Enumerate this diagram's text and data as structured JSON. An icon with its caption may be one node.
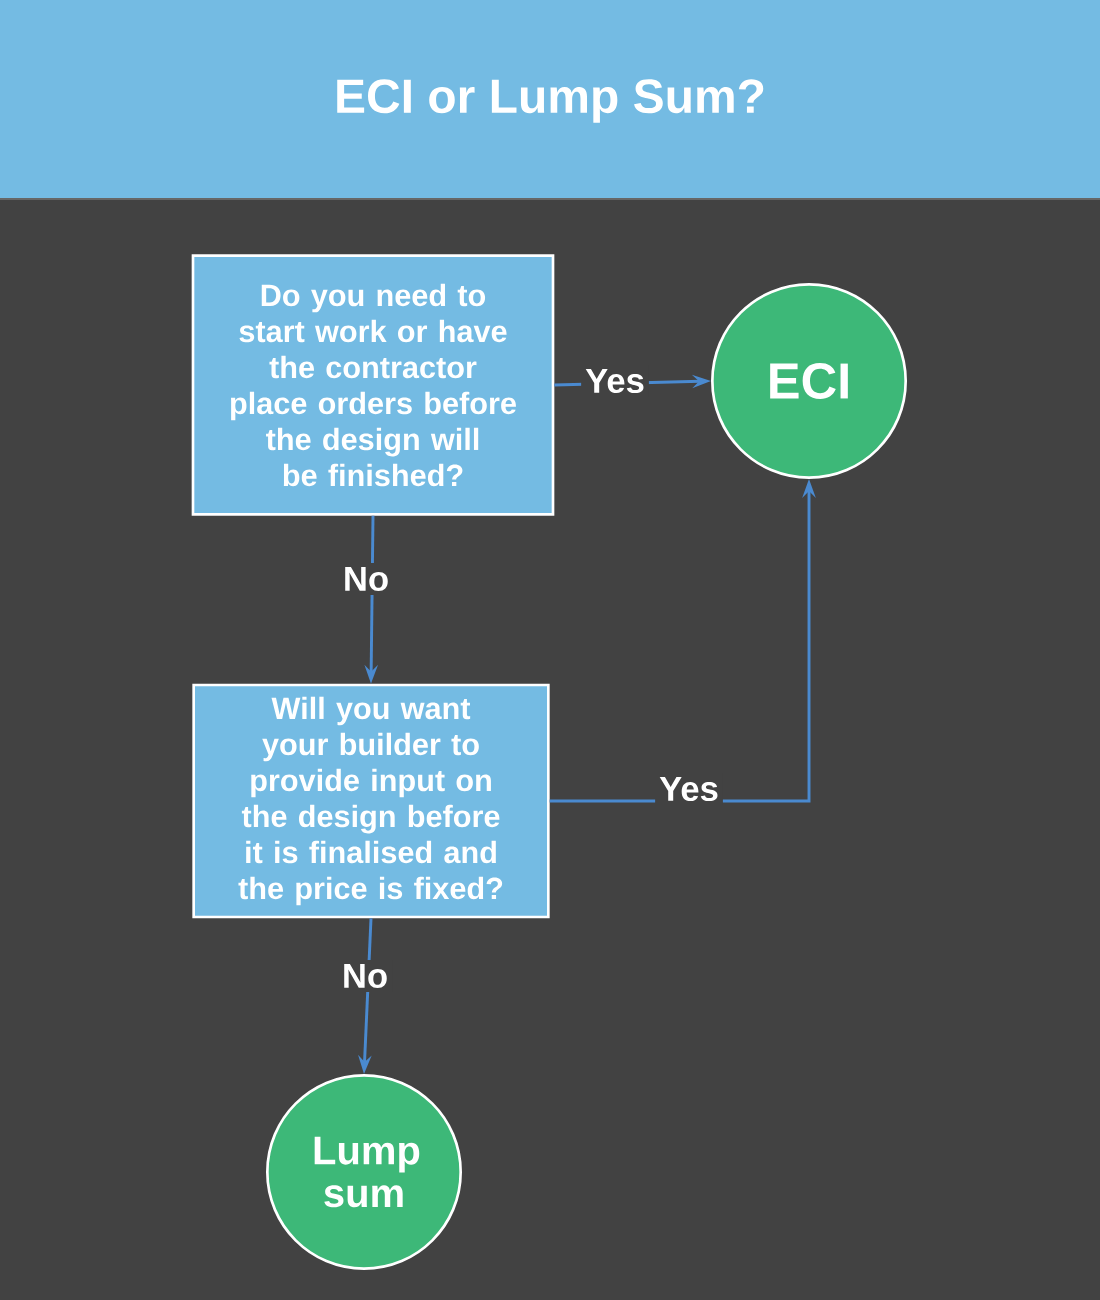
{
  "diagram": {
    "title": "ECI or Lump Sum?",
    "nodes": [
      {
        "text": [
          "Do you need to start work or have the contractor place orders before the design will be finished?"
        ]
      },
      {
        "text": [
          "ECI"
        ]
      },
      {
        "text": [
          "Will you want your builder to provide input on the design before it is finalised and the price is fixed?"
        ]
      },
      {
        "text": [
          "Lump sum"
        ]
      }
    ],
    "edges": [
      {
        "from": 0,
        "to": 1,
        "arrow": "to",
        "label": "Yes"
      },
      {
        "from": 0,
        "to": 2,
        "arrow": "to",
        "label": "No"
      },
      {
        "from": 2,
        "to": 1,
        "arrow": "to",
        "label": "Yes"
      },
      {
        "from": 2,
        "to": 3,
        "arrow": "to",
        "label": "No"
      }
    ]
  }
}
